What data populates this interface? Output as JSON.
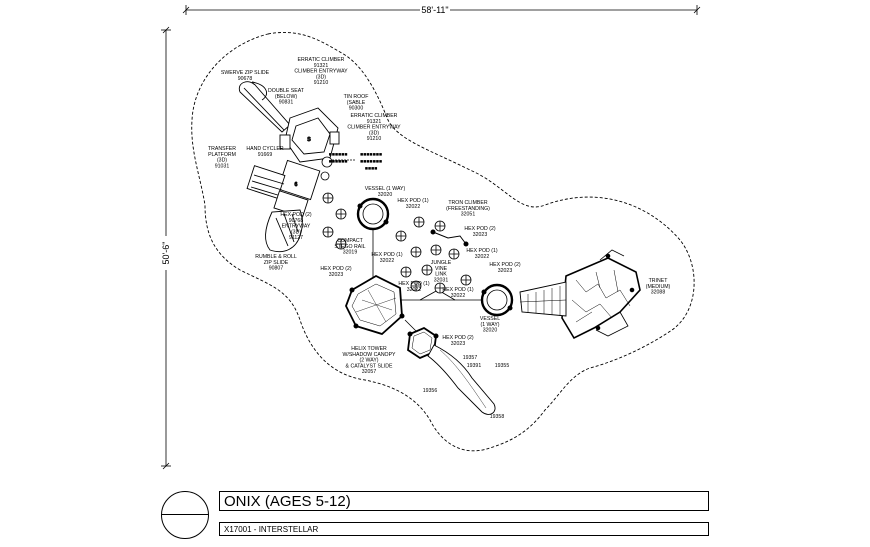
{
  "dimensions": {
    "width_label": "58'-11\"",
    "height_label": "50'-6\""
  },
  "components": [
    {
      "name": "swerve-slide",
      "lines": [
        "SWERVE ZIP SLIDE",
        "90678"
      ]
    },
    {
      "name": "double-seat",
      "lines": [
        "DOUBLE SEAT",
        "(BELOW)",
        "90831"
      ]
    },
    {
      "name": "erratic-climber-top",
      "lines": [
        "ERRATIC CLIMBER",
        "91321",
        "CLIMBER ENTRYWAY",
        "(3D)",
        "91210"
      ]
    },
    {
      "name": "tin-roof",
      "lines": [
        "TIN ROOF",
        "(SABLE",
        "90300"
      ]
    },
    {
      "name": "erratic-climber-2",
      "lines": [
        "ERRATIC CLIMBER",
        "91321",
        "CLIMBER ENTRYWAY",
        "(3D)",
        "91210"
      ]
    },
    {
      "name": "transfer-platform",
      "lines": [
        "TRANSFER",
        "PLATFORM",
        "(3D)",
        "91031"
      ]
    },
    {
      "name": "hand-cycler",
      "lines": [
        "HAND CYCLER",
        "91669"
      ]
    },
    {
      "name": "vessel-1way-top",
      "lines": [
        "VESSEL (1 WAY)",
        "32020"
      ]
    },
    {
      "name": "hex-pod-1-top",
      "lines": [
        "HEX POD (1)",
        "32022"
      ]
    },
    {
      "name": "tron-climber",
      "lines": [
        "TRON CLIMBER",
        "(FREESTANDING)",
        "32051"
      ]
    },
    {
      "name": "hex-pod-left",
      "lines": [
        "HEX POD (2)",
        "90768",
        "ENTRYWAY",
        "(3D)",
        "91127"
      ]
    },
    {
      "name": "hex-pod-2-right",
      "lines": [
        "HEX POD (2)",
        "32023"
      ]
    },
    {
      "name": "compact-stepping",
      "lines": [
        "COMPACT",
        "STEGO RAIL",
        "32019"
      ]
    },
    {
      "name": "hex-pod-1-right",
      "lines": [
        "HEX POD (1)",
        "32022"
      ]
    },
    {
      "name": "rumble-roll",
      "lines": [
        "RUMBLE & ROLL",
        "ZIP SLIDE",
        "90807"
      ]
    },
    {
      "name": "hex-pod-1-mid",
      "lines": [
        "HEX POD (1)",
        "32022"
      ]
    },
    {
      "name": "jungle-vine",
      "lines": [
        "JUNGLE",
        "VINE",
        "LINK",
        "32031"
      ]
    },
    {
      "name": "hex-pod-2-far",
      "lines": [
        "HEX POD (2)",
        "32023"
      ]
    },
    {
      "name": "hex-pod-2-left",
      "lines": [
        "HEX POD (2)",
        "32023"
      ]
    },
    {
      "name": "hex-pod-1-low",
      "lines": [
        "HEX POD (1)",
        "32022"
      ]
    },
    {
      "name": "hex-pod-1-low2",
      "lines": [
        "HEX POD (1)",
        "32022"
      ]
    },
    {
      "name": "trinet",
      "lines": [
        "TRINET",
        "(MEDIUM)",
        "32088"
      ]
    },
    {
      "name": "vessel-1way-low",
      "lines": [
        "VESSEL",
        "(1 WAY)",
        "32020"
      ]
    },
    {
      "name": "hex-pod-2-low",
      "lines": [
        "HEX POD (2)",
        "32023"
      ]
    },
    {
      "name": "helix-tower",
      "lines": [
        "HELIX TOWER",
        "W/SHADOW CANOPY",
        "(2 WAY)",
        "& CATALYST SLIDE",
        "32057"
      ]
    },
    {
      "name": "part-19357",
      "lines": [
        "19357"
      ]
    },
    {
      "name": "part-19391",
      "lines": [
        "19391"
      ]
    },
    {
      "name": "part-19355",
      "lines": [
        "19355"
      ]
    },
    {
      "name": "part-19356",
      "lines": [
        "19356"
      ]
    },
    {
      "name": "part-19358",
      "lines": [
        "19358"
      ]
    }
  ],
  "title": {
    "main": "ONIX (AGES 5-12)",
    "sub": "X17001 - INTERSTELLAR"
  }
}
